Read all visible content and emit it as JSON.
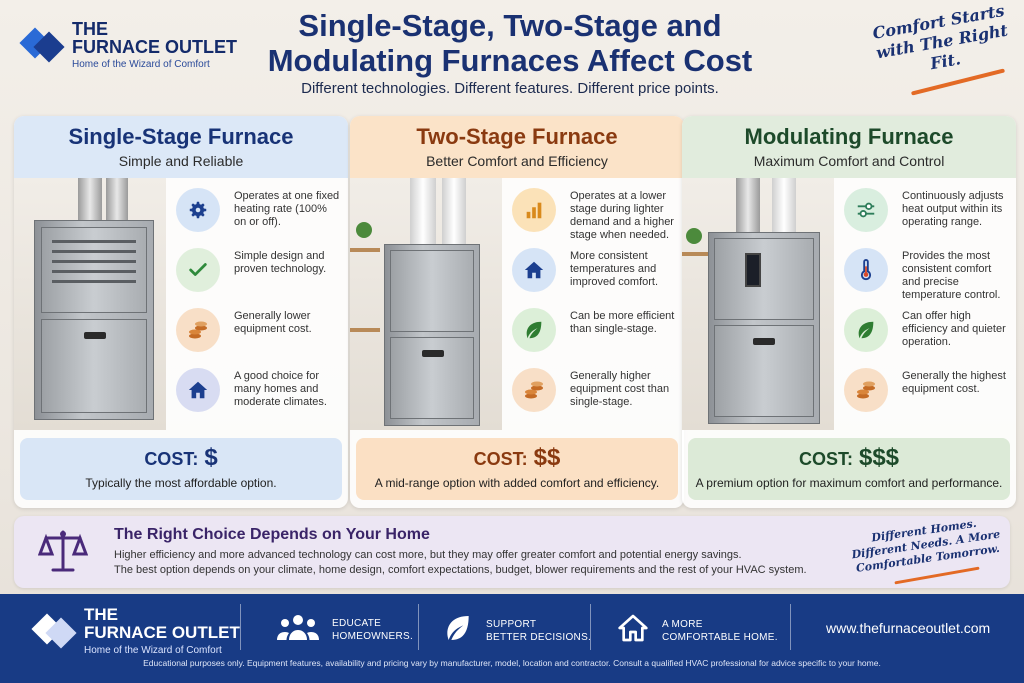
{
  "brand": {
    "name": "THE FURNACE OUTLET",
    "name_line1": "THE",
    "name_line2": "FURNACE OUTLET",
    "tagline": "Home of the Wizard of Comfort"
  },
  "header": {
    "title": "Single-Stage, Two-Stage and Modulating Furnaces Affect Cost",
    "subtitle": "Different technologies. Different features. Different price points.",
    "slogan": "Comfort Starts with The Right Fit."
  },
  "colors": {
    "navy": "#183b85",
    "accent_orange": "#e36a25",
    "single_stage": "#dce8f7",
    "two_stage": "#fbe3c8",
    "modulating": "#e1ecdd"
  },
  "cards": [
    {
      "title": "Single-Stage Furnace",
      "tagline": "Simple and Reliable",
      "features": [
        {
          "icon": "gear-icon",
          "text": "Operates at one fixed heating rate (100% on or off)."
        },
        {
          "icon": "checkmark-icon",
          "text": "Simple design and proven technology."
        },
        {
          "icon": "coins-icon",
          "text": "Generally lower equipment cost."
        },
        {
          "icon": "house-icon",
          "text": "A good choice for many homes and moderate climates."
        }
      ],
      "cost_label": "COST:",
      "cost_symbol": "$",
      "cost_description": "Typically the most affordable option."
    },
    {
      "title": "Two-Stage Furnace",
      "tagline": "Better Comfort and Efficiency",
      "features": [
        {
          "icon": "bar-chart-icon",
          "text": "Operates at a lower stage during lighter demand and a higher stage when needed."
        },
        {
          "icon": "house-icon",
          "text": "More consistent temperatures and improved comfort."
        },
        {
          "icon": "leaf-icon",
          "text": "Can be more efficient than single-stage."
        },
        {
          "icon": "coins-icon",
          "text": "Generally higher equipment cost than single-stage."
        }
      ],
      "cost_label": "COST:",
      "cost_symbol": "$$",
      "cost_description": "A mid-range option with added comfort and efficiency."
    },
    {
      "title": "Modulating Furnace",
      "tagline": "Maximum Comfort and Control",
      "features": [
        {
          "icon": "sliders-icon",
          "text": "Continuously adjusts heat output within its operating range."
        },
        {
          "icon": "thermometer-icon",
          "text": "Provides the most consistent comfort and precise temperature control."
        },
        {
          "icon": "leaf-icon",
          "text": "Can offer high efficiency and quieter operation."
        },
        {
          "icon": "coins-icon",
          "text": "Generally the highest equipment cost."
        }
      ],
      "cost_label": "COST:",
      "cost_symbol": "$$$",
      "cost_description": "A premium option for maximum comfort and performance."
    }
  ],
  "choice": {
    "title": "The Right Choice Depends on Your Home",
    "line1": "Higher efficiency and more advanced technology can cost more, but they may offer greater comfort and potential energy savings.",
    "line2": "The best option depends on your climate, home design, comfort expectations, budget, blower requirements and the rest of your HVAC system.",
    "slogan": "Different Homes. Different Needs. A More Comfortable Tomorrow."
  },
  "footer": {
    "items": [
      {
        "icon": "people-icon",
        "line1": "EDUCATE",
        "line2": "HOMEOWNERS."
      },
      {
        "icon": "leaf-icon",
        "line1": "SUPPORT",
        "line2": "BETTER DECISIONS."
      },
      {
        "icon": "house-icon",
        "line1": "A MORE",
        "line2": "COMFORTABLE HOME."
      }
    ],
    "url": "www.thefurnaceoutlet.com",
    "disclaimer": "Educational purposes only. Equipment features, availability and pricing vary by manufacturer, model, location and contractor. Consult a qualified HVAC professional for advice specific to your home."
  }
}
